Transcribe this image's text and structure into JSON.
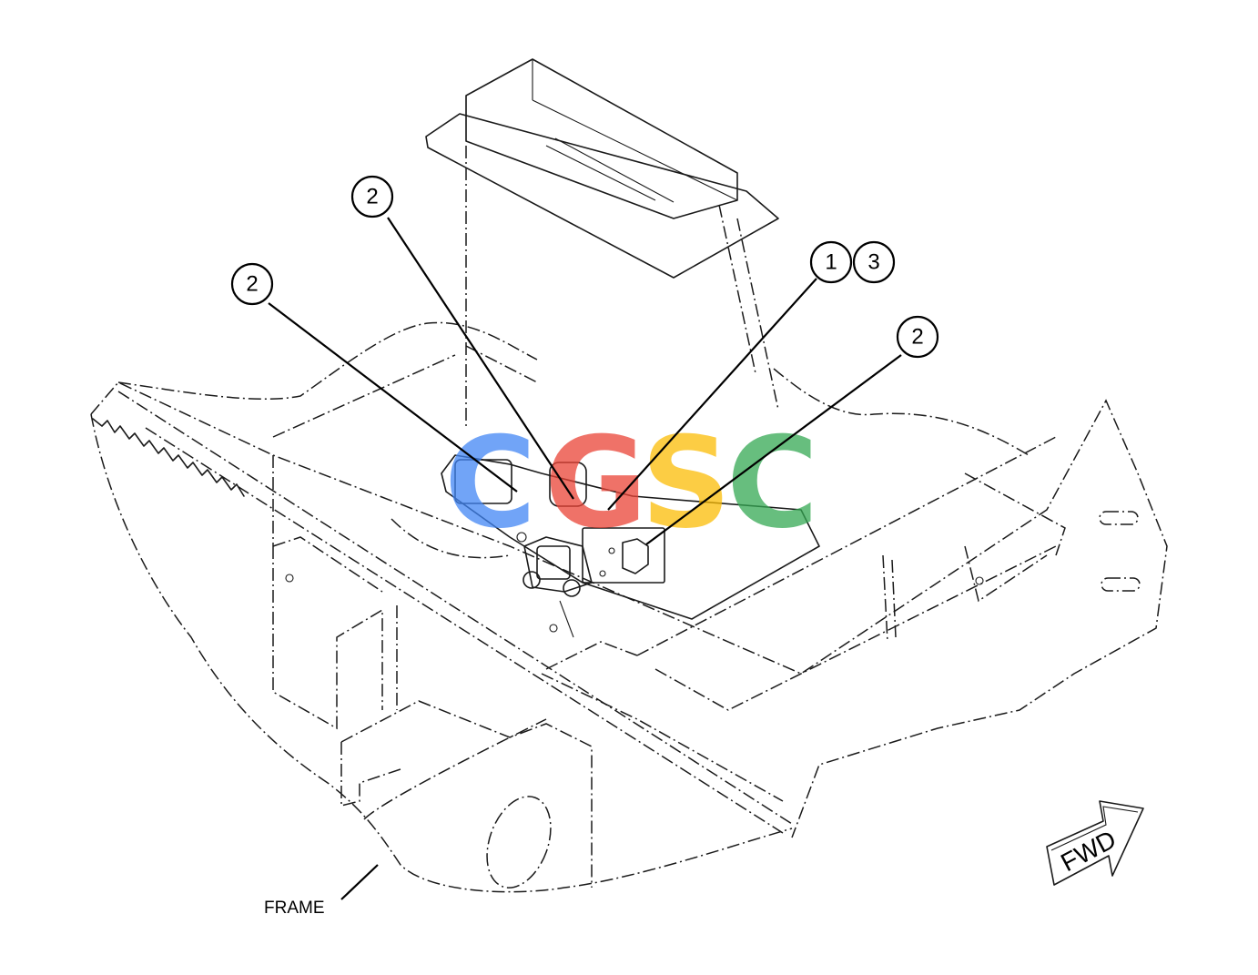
{
  "callouts": [
    {
      "id": "callout-2-left",
      "text": "2"
    },
    {
      "id": "callout-2-upper",
      "text": "2"
    },
    {
      "id": "callout-1",
      "text": "1"
    },
    {
      "id": "callout-3",
      "text": "3"
    },
    {
      "id": "callout-2-right",
      "text": "2"
    }
  ],
  "labels": {
    "frame": "FRAME",
    "fwd": "FWD"
  },
  "watermark": {
    "text": "CGSC",
    "colors": [
      "#4285f4",
      "#ea4335",
      "#fbbc05",
      "#34a853"
    ]
  }
}
